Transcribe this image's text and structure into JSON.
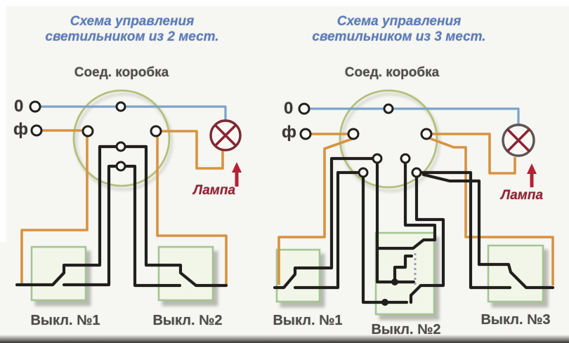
{
  "figure": {
    "type": "wiring-diagram",
    "left_diagram": {
      "title_line1": "Схема управления",
      "title_line2": "светильником из 2 мест.",
      "junction_box_label": "Соед. коробка",
      "neutral_terminal_label": "0",
      "phase_terminal_label": "ф",
      "lamp_label": "Лампа",
      "switch_labels": [
        "Выкл. №1",
        "Выкл. №2"
      ]
    },
    "right_diagram": {
      "title_line1": "Схема управления",
      "title_line2": "светильником из 3 мест.",
      "junction_box_label": "Соед. коробка",
      "neutral_terminal_label": "0",
      "phase_terminal_label": "ф",
      "lamp_label": "Лампа",
      "switch_labels": [
        "Выкл. №1",
        "Выкл. №2",
        "Выкл. №3"
      ]
    },
    "colors": {
      "background": "#f6f6f3",
      "neutral_wire_blue": "#7ba3c8",
      "phase_wire_orange": "#d8923f",
      "switched_wire_black": "#211f1d",
      "junction_circle_green": "#b2c17a",
      "switch_box_green": "#a4c593",
      "switch_box_fill": "#f2f6e8",
      "lamp_ring_left": "#7b2a33",
      "lamp_ring_right": "#5d5557",
      "lamp_cross": "#8b2433",
      "lamp_red": "#8b2433",
      "arrow_red": "#b22334",
      "title_blue": "#5c7cb8",
      "label_gray": "#4f4d4b",
      "crossover_link_dashed": "#a393bd"
    }
  }
}
